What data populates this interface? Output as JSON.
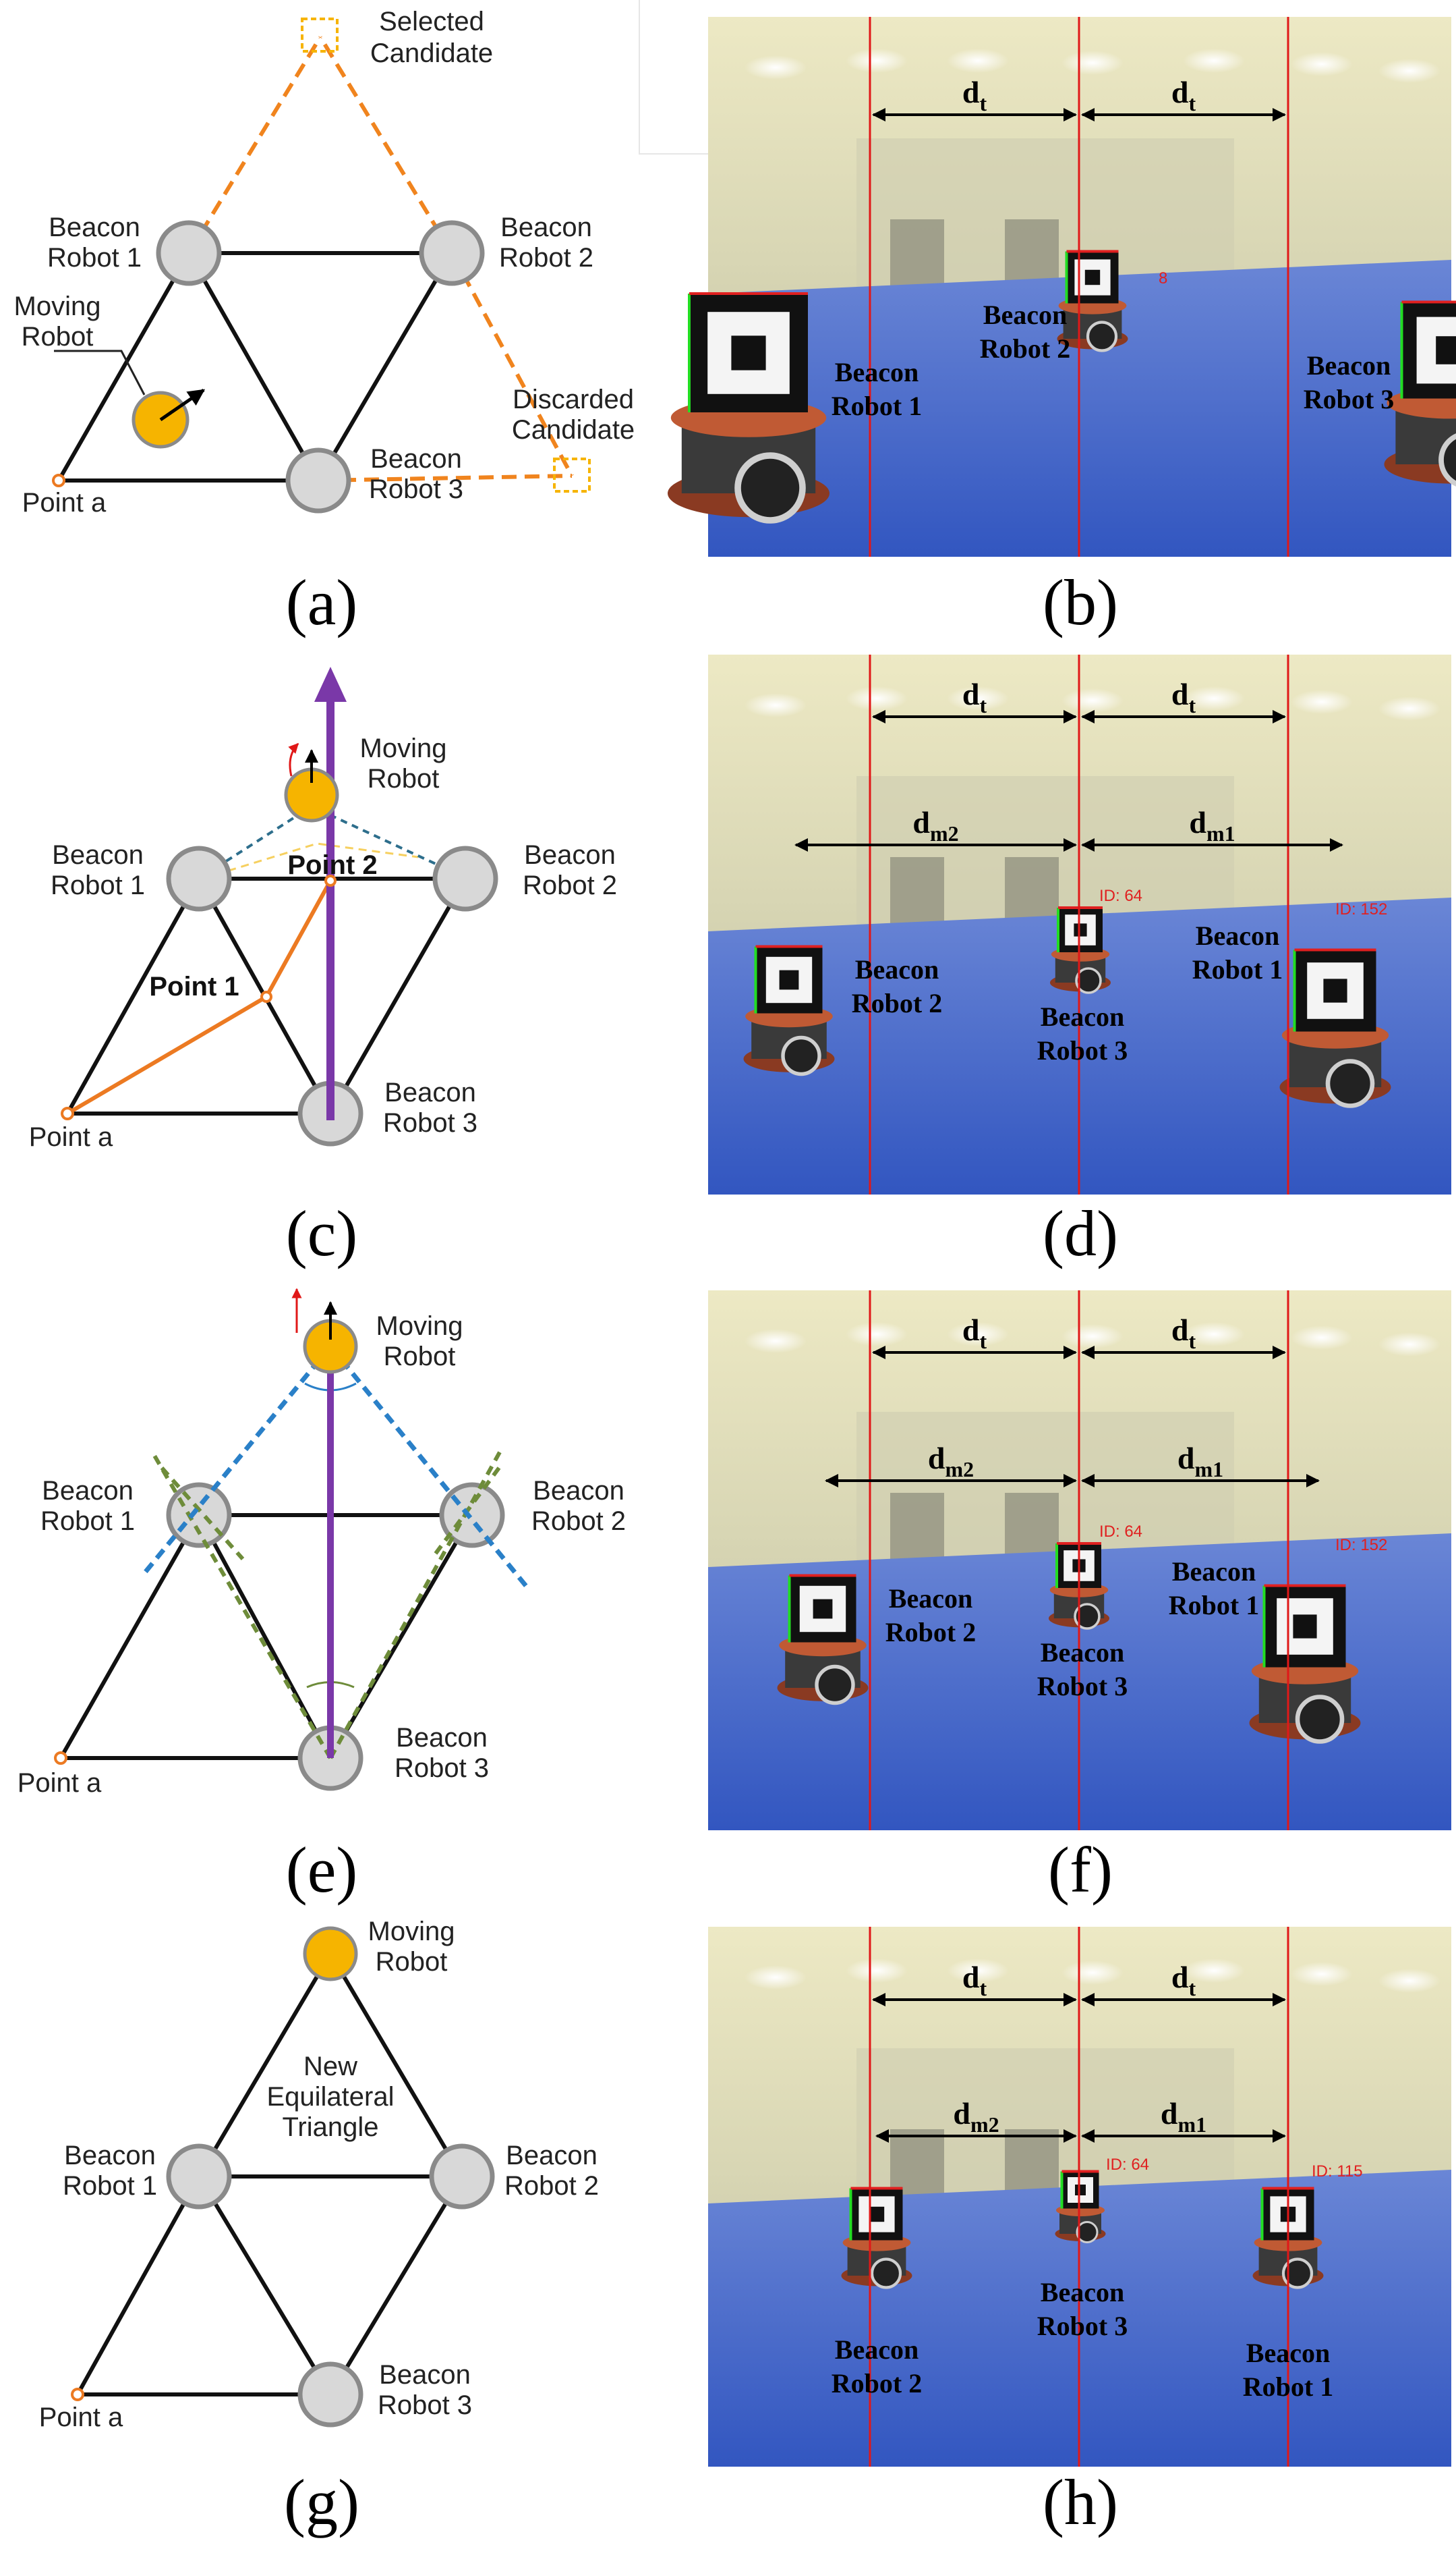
{
  "colors": {
    "robot_fill": "#d8d8d8",
    "robot_stroke": "#8a8a8a",
    "moving_robot": "#f6b400",
    "candidate": "#f0841e",
    "path": "#ec7a22",
    "axis": "#7a38a8",
    "bisector_blue": "#2a80c8",
    "bisector_green": "#6e8c3a",
    "red_line": "#e01818",
    "floor": "#3e63c8"
  },
  "labels": {
    "beacon_robot_1": [
      "Beacon",
      "Robot 1"
    ],
    "beacon_robot_2": [
      "Beacon",
      "Robot 2"
    ],
    "beacon_robot_3": [
      "Beacon",
      "Robot 3"
    ],
    "moving_robot": [
      "Moving",
      "Robot"
    ],
    "selected_candidate": [
      "Selected",
      "Candidate"
    ],
    "discarded_candidate": [
      "Discarded",
      "Candidate"
    ],
    "point_a": "Point a",
    "point_1": "Point 1",
    "point_2": "Point 2",
    "new_triangle": [
      "New",
      "Equilateral",
      "Triangle"
    ]
  },
  "distances": {
    "dt": {
      "base": "d",
      "sub": "t"
    },
    "dm1": {
      "base": "d",
      "sub": "m1"
    },
    "dm2": {
      "base": "d",
      "sub": "m2"
    }
  },
  "marker_tags": {
    "b": "8",
    "d": [
      "ID: 64",
      "ID: 152"
    ],
    "f": [
      "ID: 64",
      "ID: 152"
    ],
    "h": [
      "ID: 64",
      "ID: 115"
    ]
  },
  "captions": [
    "(a)",
    "(b)",
    "(c)",
    "(d)",
    "(e)",
    "(f)",
    "(g)",
    "(h)"
  ]
}
